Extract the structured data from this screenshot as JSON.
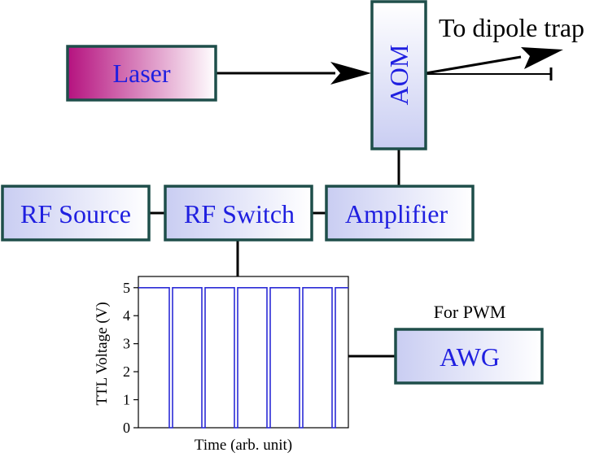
{
  "blocks": {
    "laser": "Laser",
    "aom": "AOM",
    "rf_source": "RF Source",
    "rf_switch": "RF Switch",
    "amplifier": "Amplifier",
    "awg": "AWG"
  },
  "labels": {
    "to_dipole_trap": "To dipole trap",
    "for_pwm": "For PWM"
  },
  "colors": {
    "box_border": "#1e4e4a",
    "text_blue": "#1f1fe0",
    "laser_gradient_start": "#b5127f",
    "box_fill_start": "#c9cdf2",
    "plot_line": "#2b2bd6"
  },
  "chart_data": {
    "type": "line",
    "title": "",
    "xlabel": "Time (arb. unit)",
    "ylabel": "TTL Voltage (V)",
    "ylim": [
      0,
      5.4
    ],
    "yticks": [
      0,
      1,
      2,
      3,
      4,
      5
    ],
    "series": [
      {
        "x": [
          0,
          0.19,
          0.19,
          0.21,
          0.21,
          0.39,
          0.39,
          0.41,
          0.41,
          0.59,
          0.59,
          0.61,
          0.61,
          0.79,
          0.79,
          0.81,
          0.81,
          0.99,
          0.99,
          1.01,
          1.01,
          1.19,
          1.19,
          1.21,
          1.21,
          1.29
        ],
        "values": [
          5,
          5,
          0,
          0,
          5,
          5,
          0,
          0,
          5,
          5,
          0,
          0,
          5,
          5,
          0,
          0,
          5,
          5,
          0,
          0,
          5,
          5,
          0,
          0,
          5,
          5
        ]
      }
    ]
  }
}
